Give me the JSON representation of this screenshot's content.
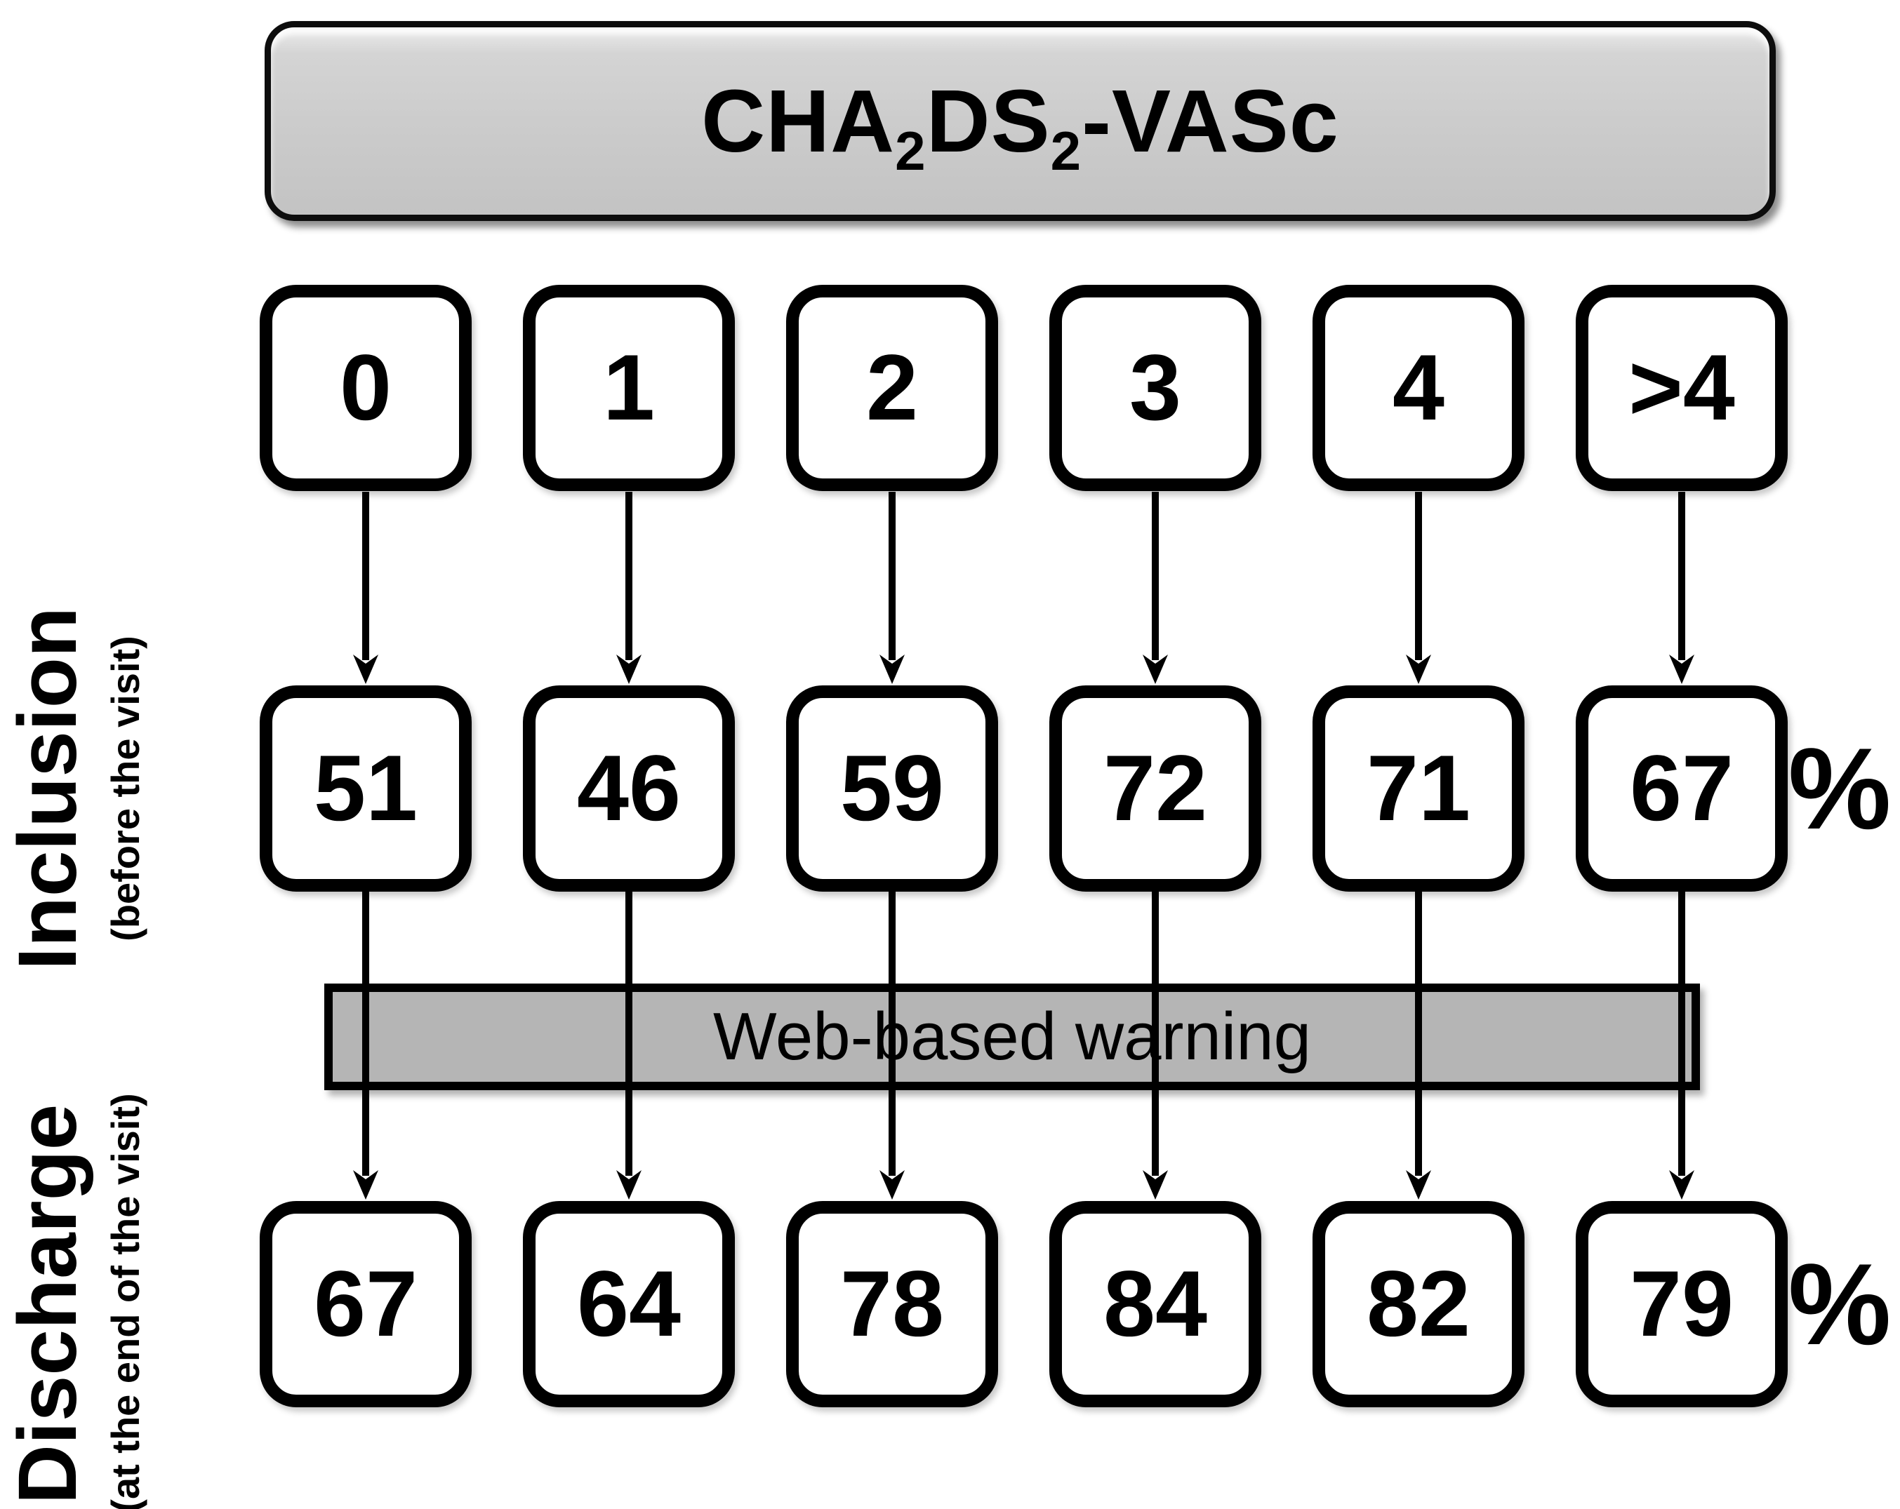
{
  "title": {
    "seg1": "CHA",
    "sub1": "2",
    "seg2": "DS",
    "sub2": "2",
    "seg3": "-VASc"
  },
  "scores": {
    "labels": [
      "0",
      "1",
      "2",
      "3",
      "4",
      ">4"
    ]
  },
  "inclusion": {
    "label": "Inclusion",
    "sublabel": "(before the visit)",
    "values": [
      "51",
      "46",
      "59",
      "72",
      "71",
      "67"
    ],
    "unit": "%"
  },
  "warning": {
    "label": "Web-based warning"
  },
  "discharge": {
    "label": "Discharge",
    "sublabel": "(at the end of the visit)",
    "values": [
      "67",
      "64",
      "78",
      "84",
      "82",
      "79"
    ],
    "unit": "%"
  },
  "colors": {
    "title_fill": "#cbcbcb",
    "warning_fill": "#b5b5b5",
    "box_fill": "#ffffff",
    "line_color": "#000000",
    "text_color": "#000000",
    "background": "#ffffff"
  }
}
